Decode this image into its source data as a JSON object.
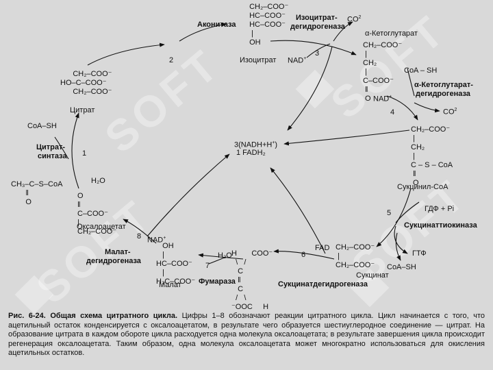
{
  "watermark": "SOFT",
  "enzymes": {
    "aconitase": "Аконитаза",
    "isocitrate_dh_1": "Изоцитрат-",
    "isocitrate_dh_2": "дегидрогеназа",
    "akg_dh_1": "α-Кетоглутарат-",
    "akg_dh_2": "дегидрогеназа",
    "succinyl_kinase": "Сукцинаттиокиназа",
    "succinate_dh": "Сукцинатдегидрогеназа",
    "fumarase": "Фумараза",
    "malate_dh_1": "Малат-",
    "malate_dh_2": "дегидрогеназа",
    "citrate_synthase_1": "Цитрат-",
    "citrate_synthase_2": "синтаза"
  },
  "compounds": {
    "citrate": "Цитрат",
    "isocitrate": "Изоцитрат",
    "akg": "α-Кетоглутарат",
    "succinyl_coa": "Сукцинил-CoA",
    "succinate": "Сукцинат",
    "malate": "Малат",
    "oxaloacetate": "Оксалоацетат"
  },
  "cofactors": {
    "co2_a": "CO",
    "co2_b": "CO",
    "nad_a": "NAD",
    "nad_b": "NAD",
    "nad_c": "NAD",
    "coa_sh_a": "CoA – SH",
    "coa_sh_b": "CoA–SH",
    "coa_sh_c": "CoA–SH",
    "gdp_pi": "ГДФ + Pi",
    "gtp": "ГТФ",
    "fad": "FAD",
    "h2o_a": "H₂O",
    "h2o_b": "H₂O",
    "center_1": "3(NADH+H",
    "center_2": "1 FADH₂"
  },
  "steps": [
    "1",
    "2",
    "3",
    "4",
    "5",
    "6",
    "7",
    "8"
  ],
  "caption": {
    "title": "Рис. 6-24. Общая схема цитратного цикла.",
    "text": " Цифры 1–8 обозначают реакции цитратного цикла. Цикл начинается с того, что ацетильный остаток конденсируется с оксалоацетатом, в результате чего образуется шестиуглеродное соединение — цитрат. На образование цитрата в каждом обороте цикла расходуется одна молекула оксалоацетата; в результате завершения цикла происходит регенерация оксалоацетата. Таким образом, одна молекула оксалоацетата может многократно использоваться для окисления ацетильных остатков."
  }
}
